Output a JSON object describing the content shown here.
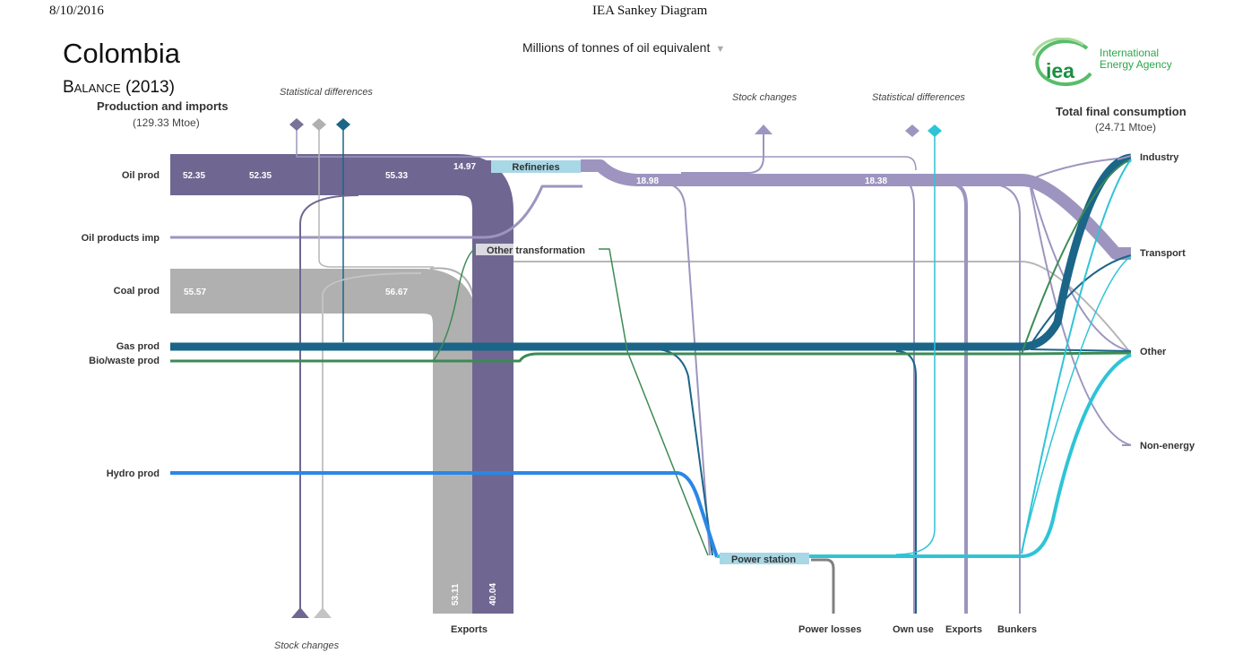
{
  "header": {
    "date": "8/10/2016",
    "title": "IEA Sankey Diagram"
  },
  "country": "Colombia",
  "balance": "Balance (2013)",
  "unit_selector": {
    "label": "Millions of tonnes of oil equivalent"
  },
  "left_column": {
    "title": "Production and imports",
    "total": "(129.33 Mtoe)"
  },
  "right_column": {
    "title": "Total final consumption",
    "total": "(24.71 Mtoe)"
  },
  "logo": {
    "mark": "iea",
    "line1": "International",
    "line2": "Energy Agency"
  },
  "top_labels": {
    "stat_diff_left": "Statistical differences",
    "stock_changes_top": "Stock  changes",
    "stat_diff_right": "Statistical differences"
  },
  "bottom_labels": {
    "stock_changes": "Stock changes",
    "exports_left": "Exports",
    "power_losses": "Power losses",
    "own_use": "Own use",
    "exports_right": "Exports",
    "bunkers": "Bunkers"
  },
  "sources": [
    "Oil prod",
    "Oil products imp",
    "Coal prod",
    "Gas prod",
    "Bio/waste prod",
    "Hydro prod"
  ],
  "sinks": [
    "Industry",
    "Transport",
    "Other",
    "Non-energy"
  ],
  "nodes": {
    "refineries": "Refineries",
    "other_transformation": "Other transformation",
    "power_station": "Power station"
  },
  "flow_values": {
    "oil_1": "52.35",
    "oil_2": "52.35",
    "oil_3": "55.33",
    "oil_refinery": "14.97",
    "refined_1": "18.98",
    "refined_2": "18.38",
    "coal_1": "55.57",
    "coal_2": "56.67",
    "coal_export": "53.11",
    "oil_export": "40.04"
  },
  "colors": {
    "oil": "#6f6791",
    "oil_light": "#9d95bf",
    "coal": "#b0b0b0",
    "gas": "#1b6589",
    "bio": "#3c8a55",
    "hydro": "#2a87e6",
    "electric": "#2ec4d6",
    "refineries": "#a8d8e6"
  }
}
